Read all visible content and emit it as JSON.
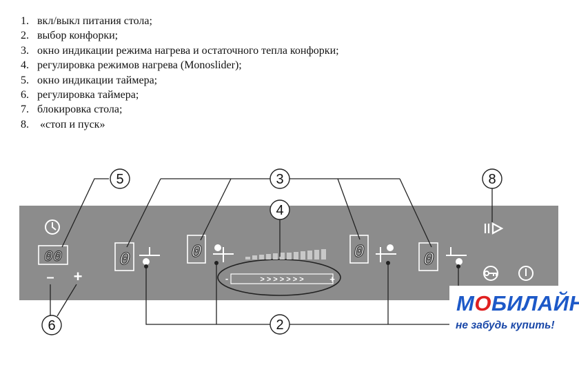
{
  "legend": [
    {
      "num": "1.",
      "text": "вкл/выкл питания стола;"
    },
    {
      "num": "2.",
      "text": "выбор конфорки;"
    },
    {
      "num": "3.",
      "text": "окно индикации режима нагрева и остаточного тепла конфорки;"
    },
    {
      "num": "4.",
      "text": "регулировка режимов нагрева (Monoslider);"
    },
    {
      "num": "5.",
      "text": "окно индикации таймера;"
    },
    {
      "num": "6.",
      "text": "регулировка таймера;"
    },
    {
      "num": "7.",
      "text": "блокировка стола;"
    },
    {
      "num": "8.",
      "text": " «стоп и пуск»"
    }
  ],
  "callouts": {
    "c2": "2",
    "c3": "3",
    "c4": "4",
    "c5": "5",
    "c6": "6",
    "c8": "8"
  },
  "panel": {
    "timer_display": "00",
    "timer_minus": "–",
    "timer_plus": "+",
    "zone_displays": [
      "0",
      "0",
      "0",
      "0"
    ],
    "slider_minus": "-",
    "slider_plus": "+",
    "slider_arrows": "> > > > > > >"
  },
  "brand": {
    "name_prefix": "М",
    "name_o": "О",
    "name_rest": "БИЛАЙН",
    "tagline": "не забудь купить!"
  },
  "colors": {
    "panel": "#8c8c8c",
    "panel_symbols": "#ffffff",
    "brand_blue": "#1d59c8",
    "brand_red": "#e02020"
  }
}
